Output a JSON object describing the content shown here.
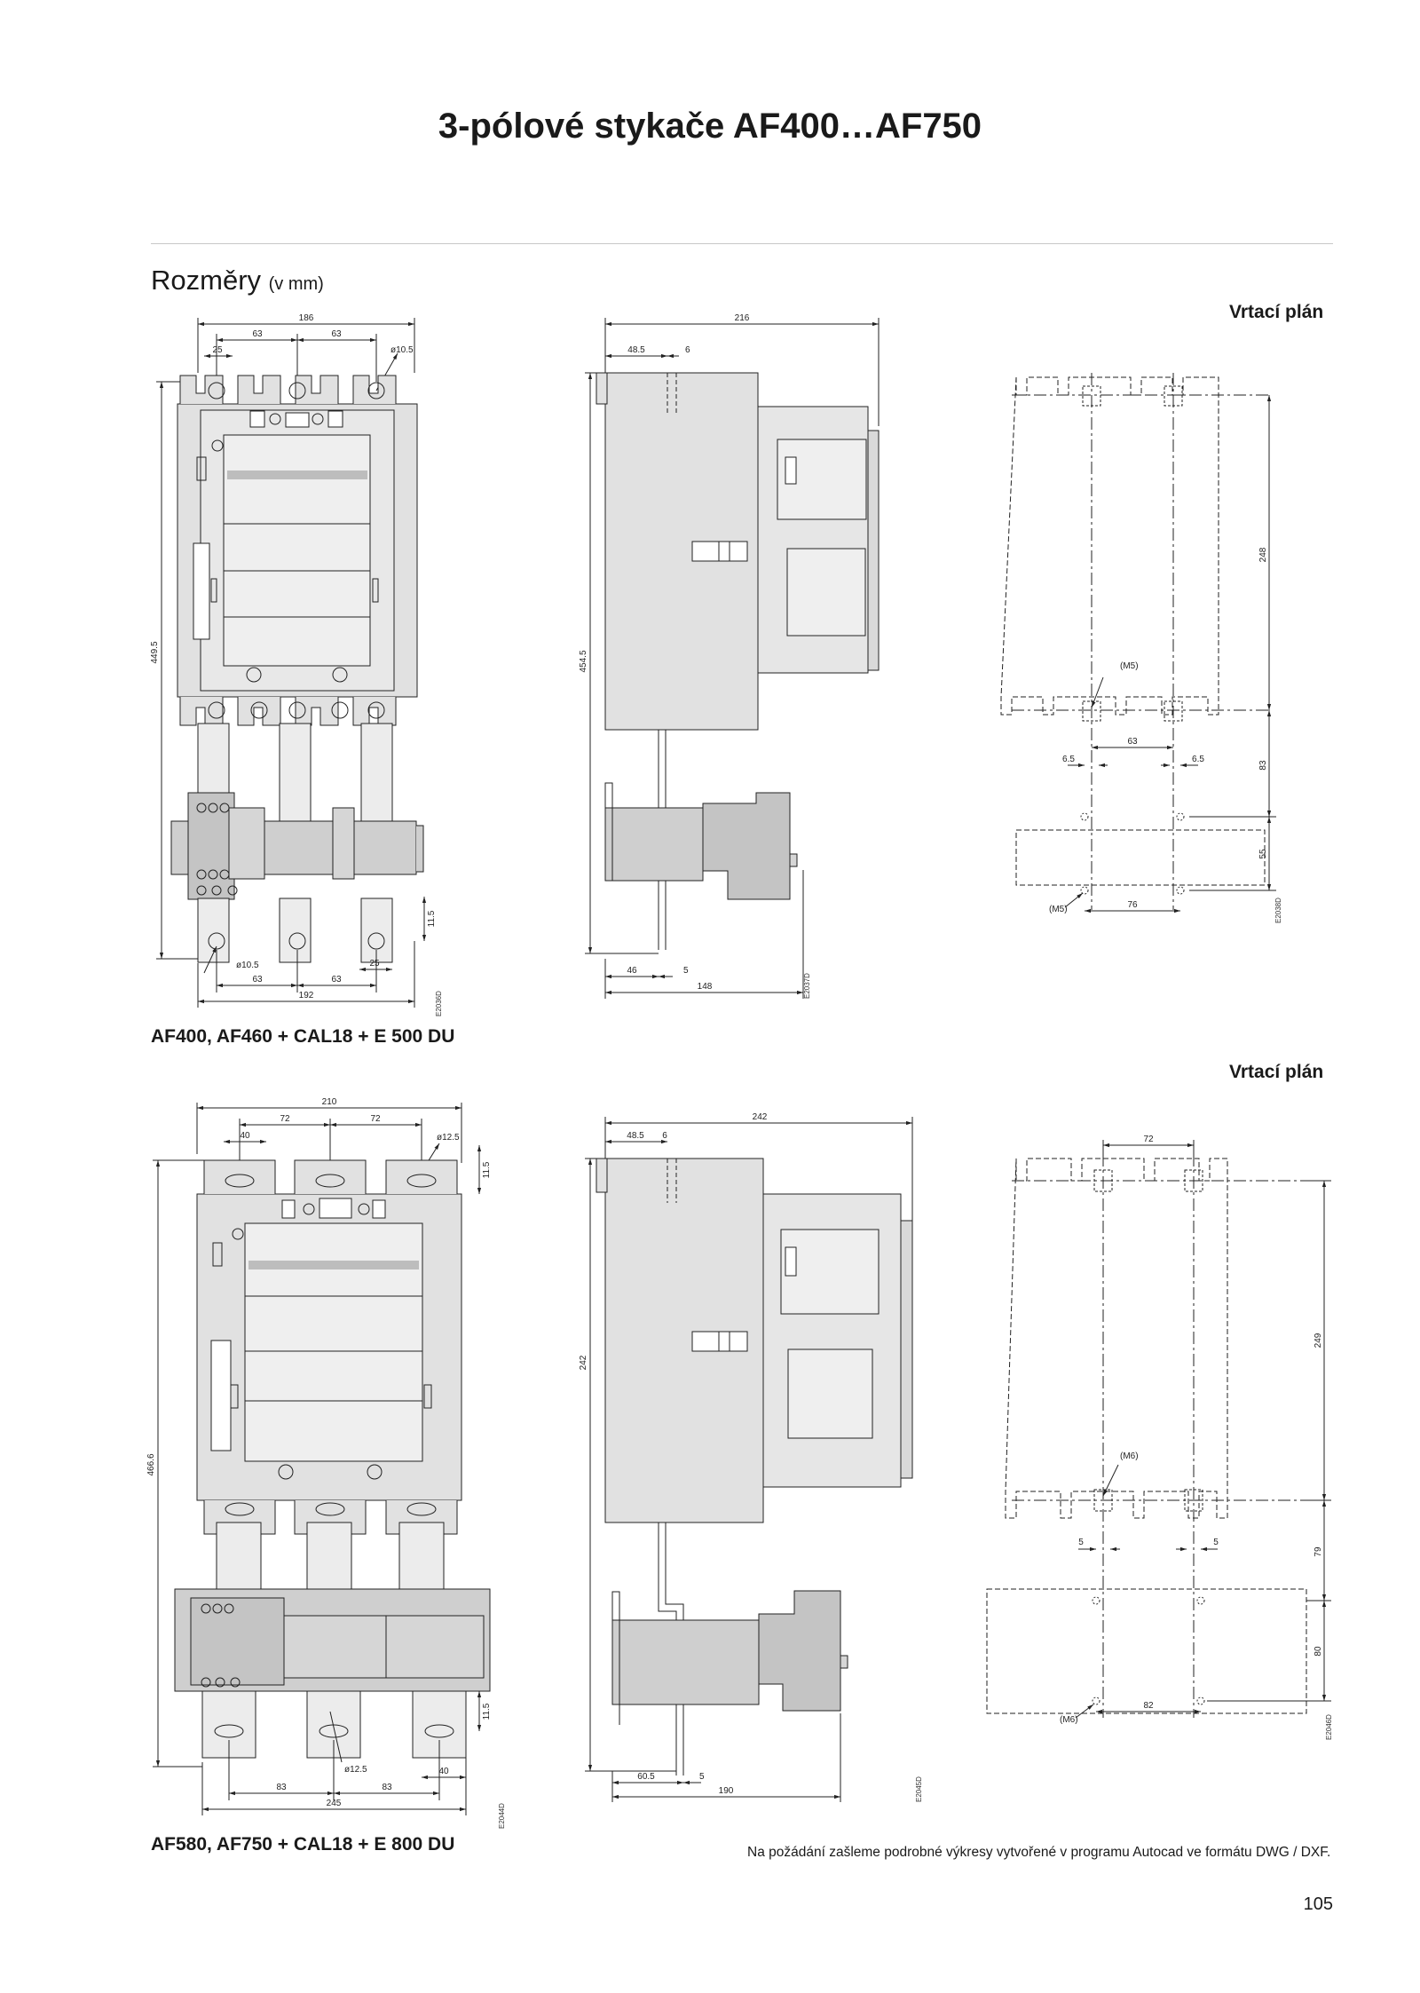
{
  "page": {
    "title": "3-pólové stykače AF400…AF750",
    "section_title": "Rozměry",
    "section_unit": "(v mm)",
    "drilling_plan_label_1": "Vrtací plán",
    "drilling_plan_label_2": "Vrtací plán",
    "caption_1": "AF400, AF460 + CAL18 + E 500 DU",
    "caption_2": "AF580, AF750 + CAL18 + E 800 DU",
    "footnote": "Na požádání zašleme podrobné výkresy vytvořené v programu Autocad ve formátu DWG / DXF.",
    "page_number": "105"
  },
  "drawing_1": {
    "front": {
      "width_total": "186",
      "pitch_a": "63",
      "pitch_b": "63",
      "offset": "25",
      "hole": "ø10.5",
      "height": "449.5",
      "bottom_hole": "ø10.5",
      "bottom_pitch_a": "63",
      "bottom_pitch_b": "63",
      "bottom_offset": "25",
      "bottom_width": "192",
      "bottom_side": "11.5",
      "code": "E2036D"
    },
    "side": {
      "width_total": "216",
      "dim_a": "48.5",
      "dim_b": "6",
      "height": "454.5",
      "bottom_a": "46",
      "bottom_b": "5",
      "bottom_width": "148",
      "code": "E2037D"
    },
    "drill": {
      "height_upper": "248",
      "thread": "(M5)",
      "pitch": "63",
      "edge_left": "6.5",
      "edge_right": "6.5",
      "height_mid": "83",
      "height_lower": "55",
      "thread_lower": "(M5)",
      "pitch_lower": "76",
      "code": "E2038D"
    }
  },
  "drawing_2": {
    "front": {
      "width_total": "210",
      "pitch_a": "72",
      "pitch_b": "72",
      "offset": "40",
      "hole": "ø12.5",
      "top_side": "11.5",
      "height": "466.6",
      "bottom_side": "11.5",
      "bottom_hole": "ø12.5",
      "bottom_offset": "40",
      "bottom_pitch_a": "83",
      "bottom_pitch_b": "83",
      "bottom_width": "245",
      "code": "E2044D"
    },
    "side": {
      "width_total": "242",
      "dim_a": "48.5",
      "dim_b": "6",
      "height": "242",
      "bottom_a": "60.5",
      "bottom_b": "5",
      "bottom_width": "190",
      "code": "E2045D"
    },
    "drill": {
      "pitch_top": "72",
      "height_upper": "249",
      "thread": "(M6)",
      "edge_left": "5",
      "edge_right": "5",
      "height_mid": "79",
      "height_lower": "80",
      "thread_lower": "(M6)",
      "pitch_lower": "82",
      "code": "E2046D"
    }
  }
}
